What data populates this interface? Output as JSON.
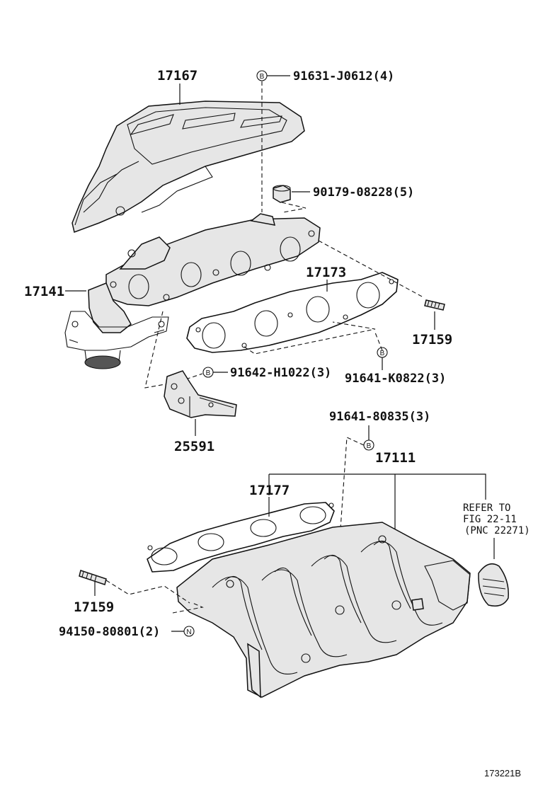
{
  "labels": {
    "heat_insulator": "17167",
    "manifold_bolt_b": "91631-J0612(4)",
    "nut_top": "90179-08228(5)",
    "exhaust_manifold": "17141",
    "exhaust_gasket": "17173",
    "stud_right": "17159",
    "bolt_h1022": "91642-H1022(3)",
    "bolt_k0822": "91641-K0822(3)",
    "bracket": "25591",
    "bolt_80835": "91641-80835(3)",
    "intake_manifold": "17111",
    "intake_gasket": "17177",
    "refer_line1": "REFER TO",
    "refer_line2": "FIG 22-11",
    "refer_line3": "(PNC 22271)",
    "stud_left": "17159",
    "nut_80801": "94150-80801(2)",
    "diagram_id": "173221B"
  },
  "callout_marks": {
    "b": "B",
    "n": "N"
  }
}
